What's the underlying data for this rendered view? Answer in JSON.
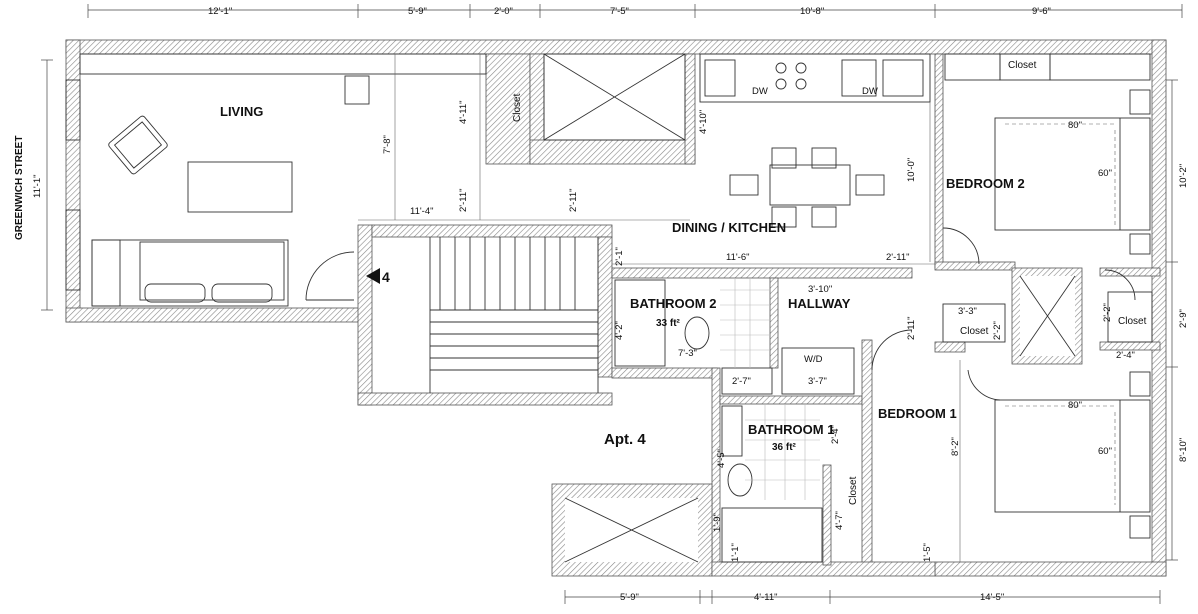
{
  "street_label": "GREENWICH STREET",
  "apartment_label": "Apt. 4",
  "unit_marker": "4",
  "rooms": {
    "living": "LIVING",
    "dining_kitchen": "DINING / KITCHEN",
    "bedroom2": "BEDROOM 2",
    "bedroom1": "BEDROOM 1",
    "bathroom2": "BATHROOM 2",
    "bathroom2_area": "33 ft²",
    "bathroom1": "BATHROOM 1",
    "bathroom1_area": "36 ft²",
    "hallway": "HALLWAY"
  },
  "closets": {
    "top": "Closet",
    "living": "Closet",
    "hall": "Closet",
    "bedroom2_side": "Closet",
    "bedroom1": "Closet"
  },
  "appliances": {
    "dw1": "DW",
    "dw2": "DW",
    "wd": "W/D"
  },
  "dimensions": {
    "top_1": "12'-1\"",
    "top_2": "5'-9\"",
    "top_3": "2'-0\"",
    "top_4": "7'-5\"",
    "top_5": "10'-8\"",
    "top_6": "9'-6\"",
    "bottom_1": "5'-9\"",
    "bottom_2": "4'-11\"",
    "bottom_3": "14'-5\"",
    "left": "11'-1\"",
    "right_1": "10'-2\"",
    "right_2": "2'-9\"",
    "right_3": "8'-10\"",
    "living_7_8": "7'-8\"",
    "living_4_11": "4'-11\"",
    "living_11_4": "11'-4\"",
    "living_2_11": "2'-11\"",
    "dining_2_11": "2'-11\"",
    "kitchen_4_10": "4'-10\"",
    "dining_10_0": "10'-0\"",
    "dining_11_6": "11'-6\"",
    "dining_2_11b": "2'-11\"",
    "stair_2_1": "2'-1\"",
    "hall_3_10": "3'-10\"",
    "hall_2_11": "2'-11\"",
    "bath2_4_2": "4'-2\"",
    "bath2_7_3": "7'-3\"",
    "bath2_2_7": "2'-7\"",
    "wd_3_7": "3'-7\"",
    "bath1_2_4": "2'-4\"",
    "bath1_4_5": "4'-5\"",
    "bath1_1_9": "1'-9\"",
    "bath1_1_1": "1'-1\"",
    "closet_4_7": "4'-7\"",
    "bed1_8_2": "8'-2\"",
    "bed1_1_5": "1'-5\"",
    "closet_3_3": "3'-3\"",
    "closet_2_2a": "2'-2\"",
    "closet_2_2b": "2'-2\"",
    "closet_2_4": "2'-4\"",
    "bed2_bed_w": "80\"",
    "bed2_bed_h": "60\"",
    "bed1_bed_w": "80\"",
    "bed1_bed_h": "60\""
  }
}
